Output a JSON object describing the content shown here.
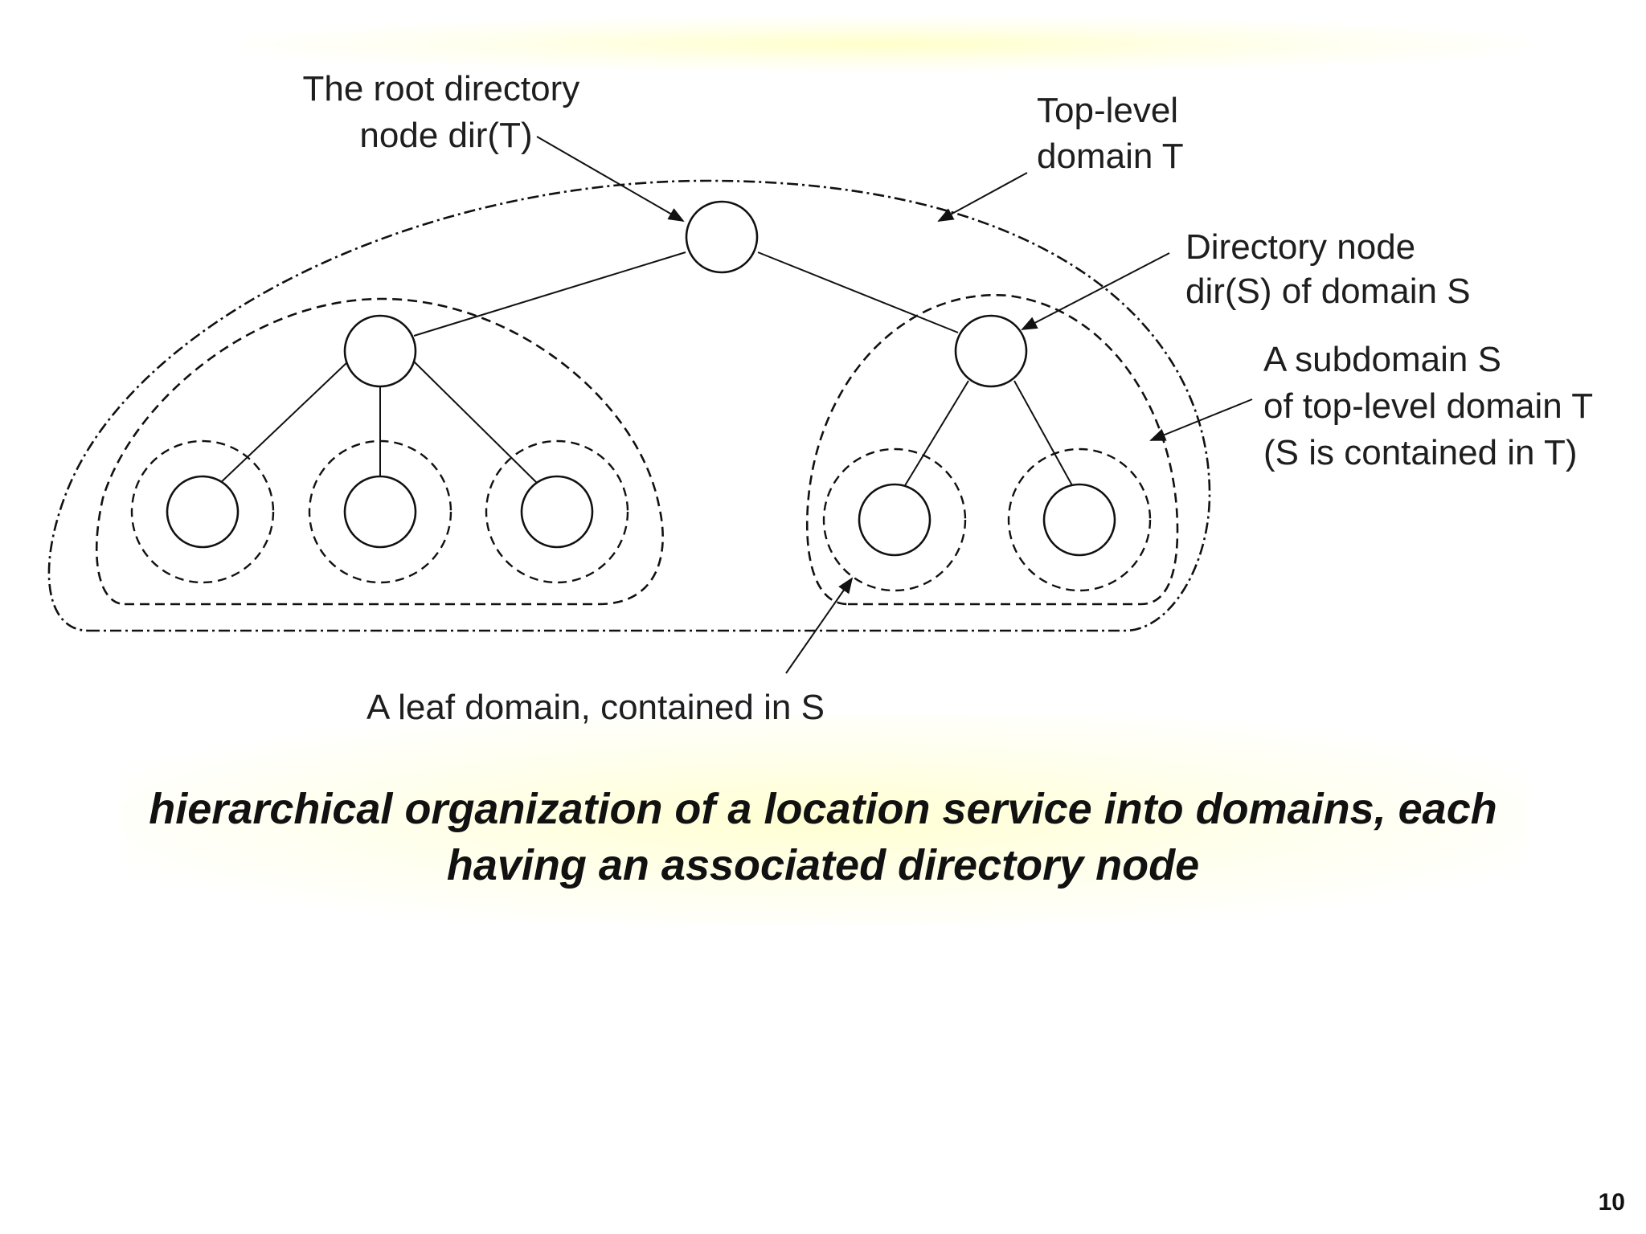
{
  "labels": {
    "root_node": [
      "The root directory",
      "node dir(T)"
    ],
    "top_level_domain": [
      "Top-level",
      "domain T"
    ],
    "directory_node": [
      "Directory node",
      "dir(S) of domain S"
    ],
    "subdomain": [
      "A subdomain S",
      "of top-level domain T",
      "(S is contained in T)"
    ],
    "leaf_domain": "A leaf domain, contained in S"
  },
  "caption": {
    "line1": "hierarchical organization of a location service into domains, each",
    "line2": "having an associated directory node"
  },
  "page_number": "10"
}
